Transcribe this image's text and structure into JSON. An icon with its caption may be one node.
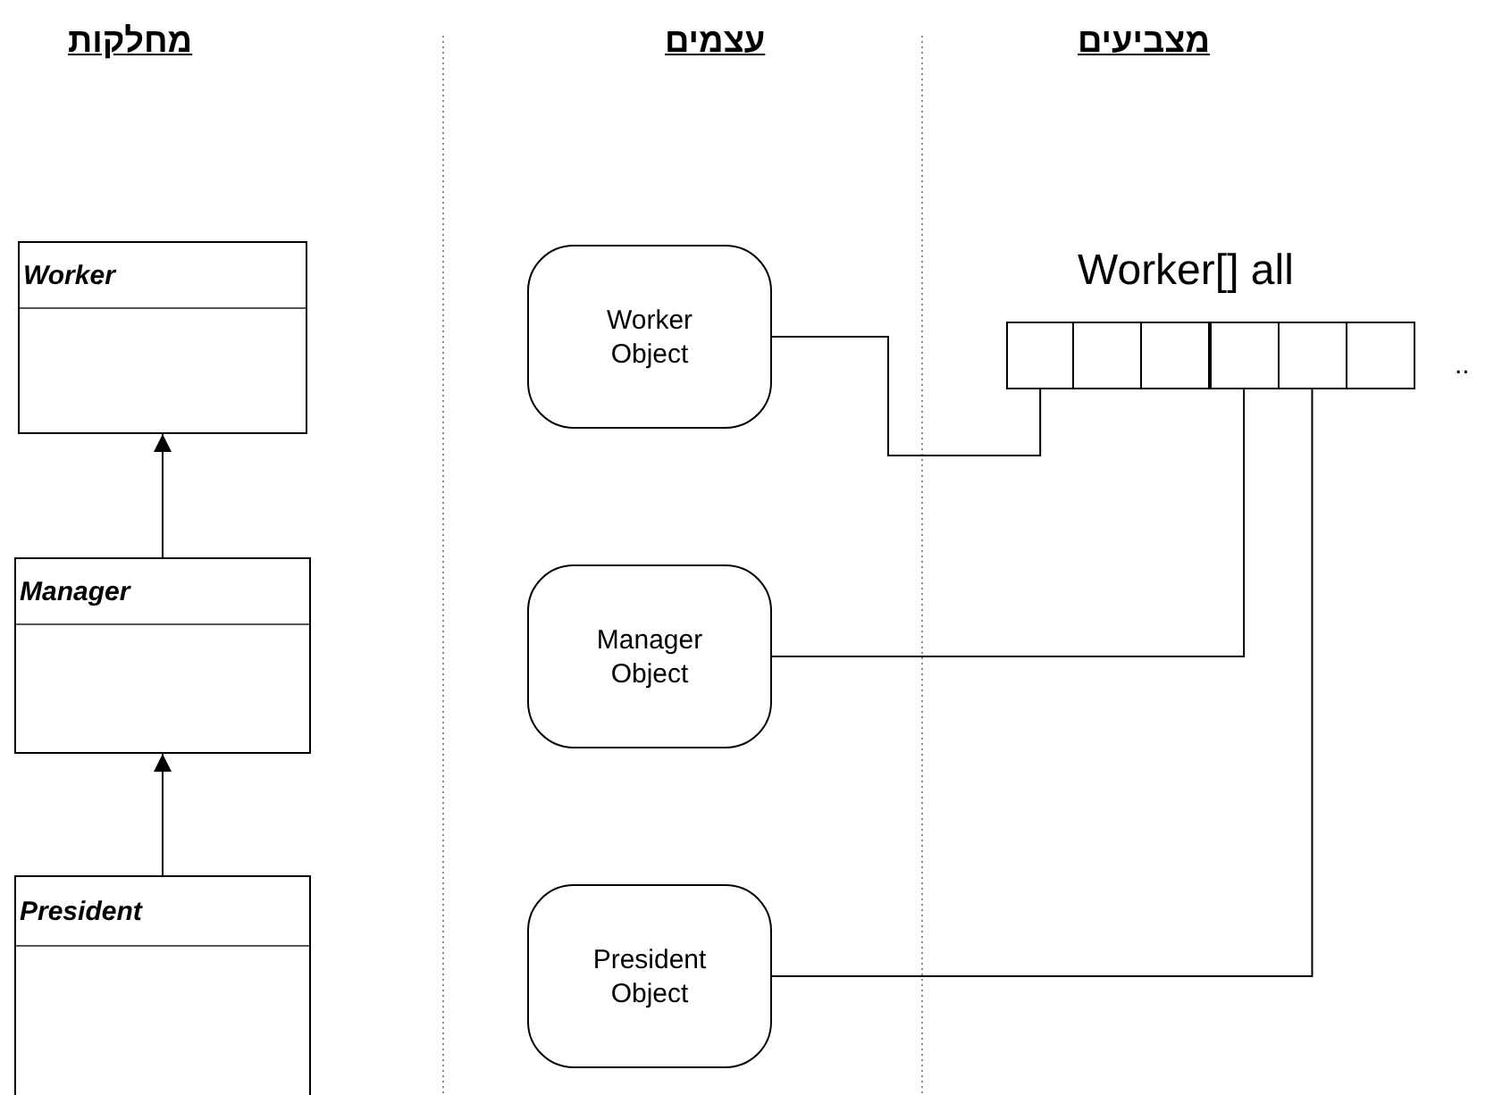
{
  "diagram": {
    "nodes": [
      {
        "text": [
          "Worker"
        ]
      },
      {
        "text": [
          "Manager"
        ]
      },
      {
        "text": [
          "President"
        ]
      },
      {
        "text": [
          "Worker Object"
        ]
      },
      {
        "text": [
          "Manager Object"
        ]
      },
      {
        "text": [
          "President Object"
        ]
      },
      {
        "text": [
          "Worker[] all"
        ]
      },
      {
        "text": [],
        "shape": "box",
        "in": 6
      },
      {
        "text": [],
        "shape": "box",
        "in": 6
      },
      {
        "text": [],
        "shape": "box",
        "in": 6
      },
      {
        "text": [],
        "shape": "box",
        "in": 6
      },
      {
        "text": [],
        "shape": "box",
        "in": 6
      },
      {
        "text": [],
        "shape": "box",
        "in": 6
      }
    ],
    "edges": [
      {
        "from": 1,
        "to": 0,
        "arrow": "to"
      },
      {
        "from": 2,
        "to": 1,
        "arrow": "to"
      },
      {
        "from": 3,
        "to": 7,
        "arrow": "none"
      },
      {
        "from": 4,
        "to": 10,
        "arrow": "none"
      },
      {
        "from": 5,
        "to": 11,
        "arrow": "none"
      }
    ],
    "labels": [
      "מחלקות",
      "עצמים",
      "מצביעים",
      ".."
    ]
  }
}
